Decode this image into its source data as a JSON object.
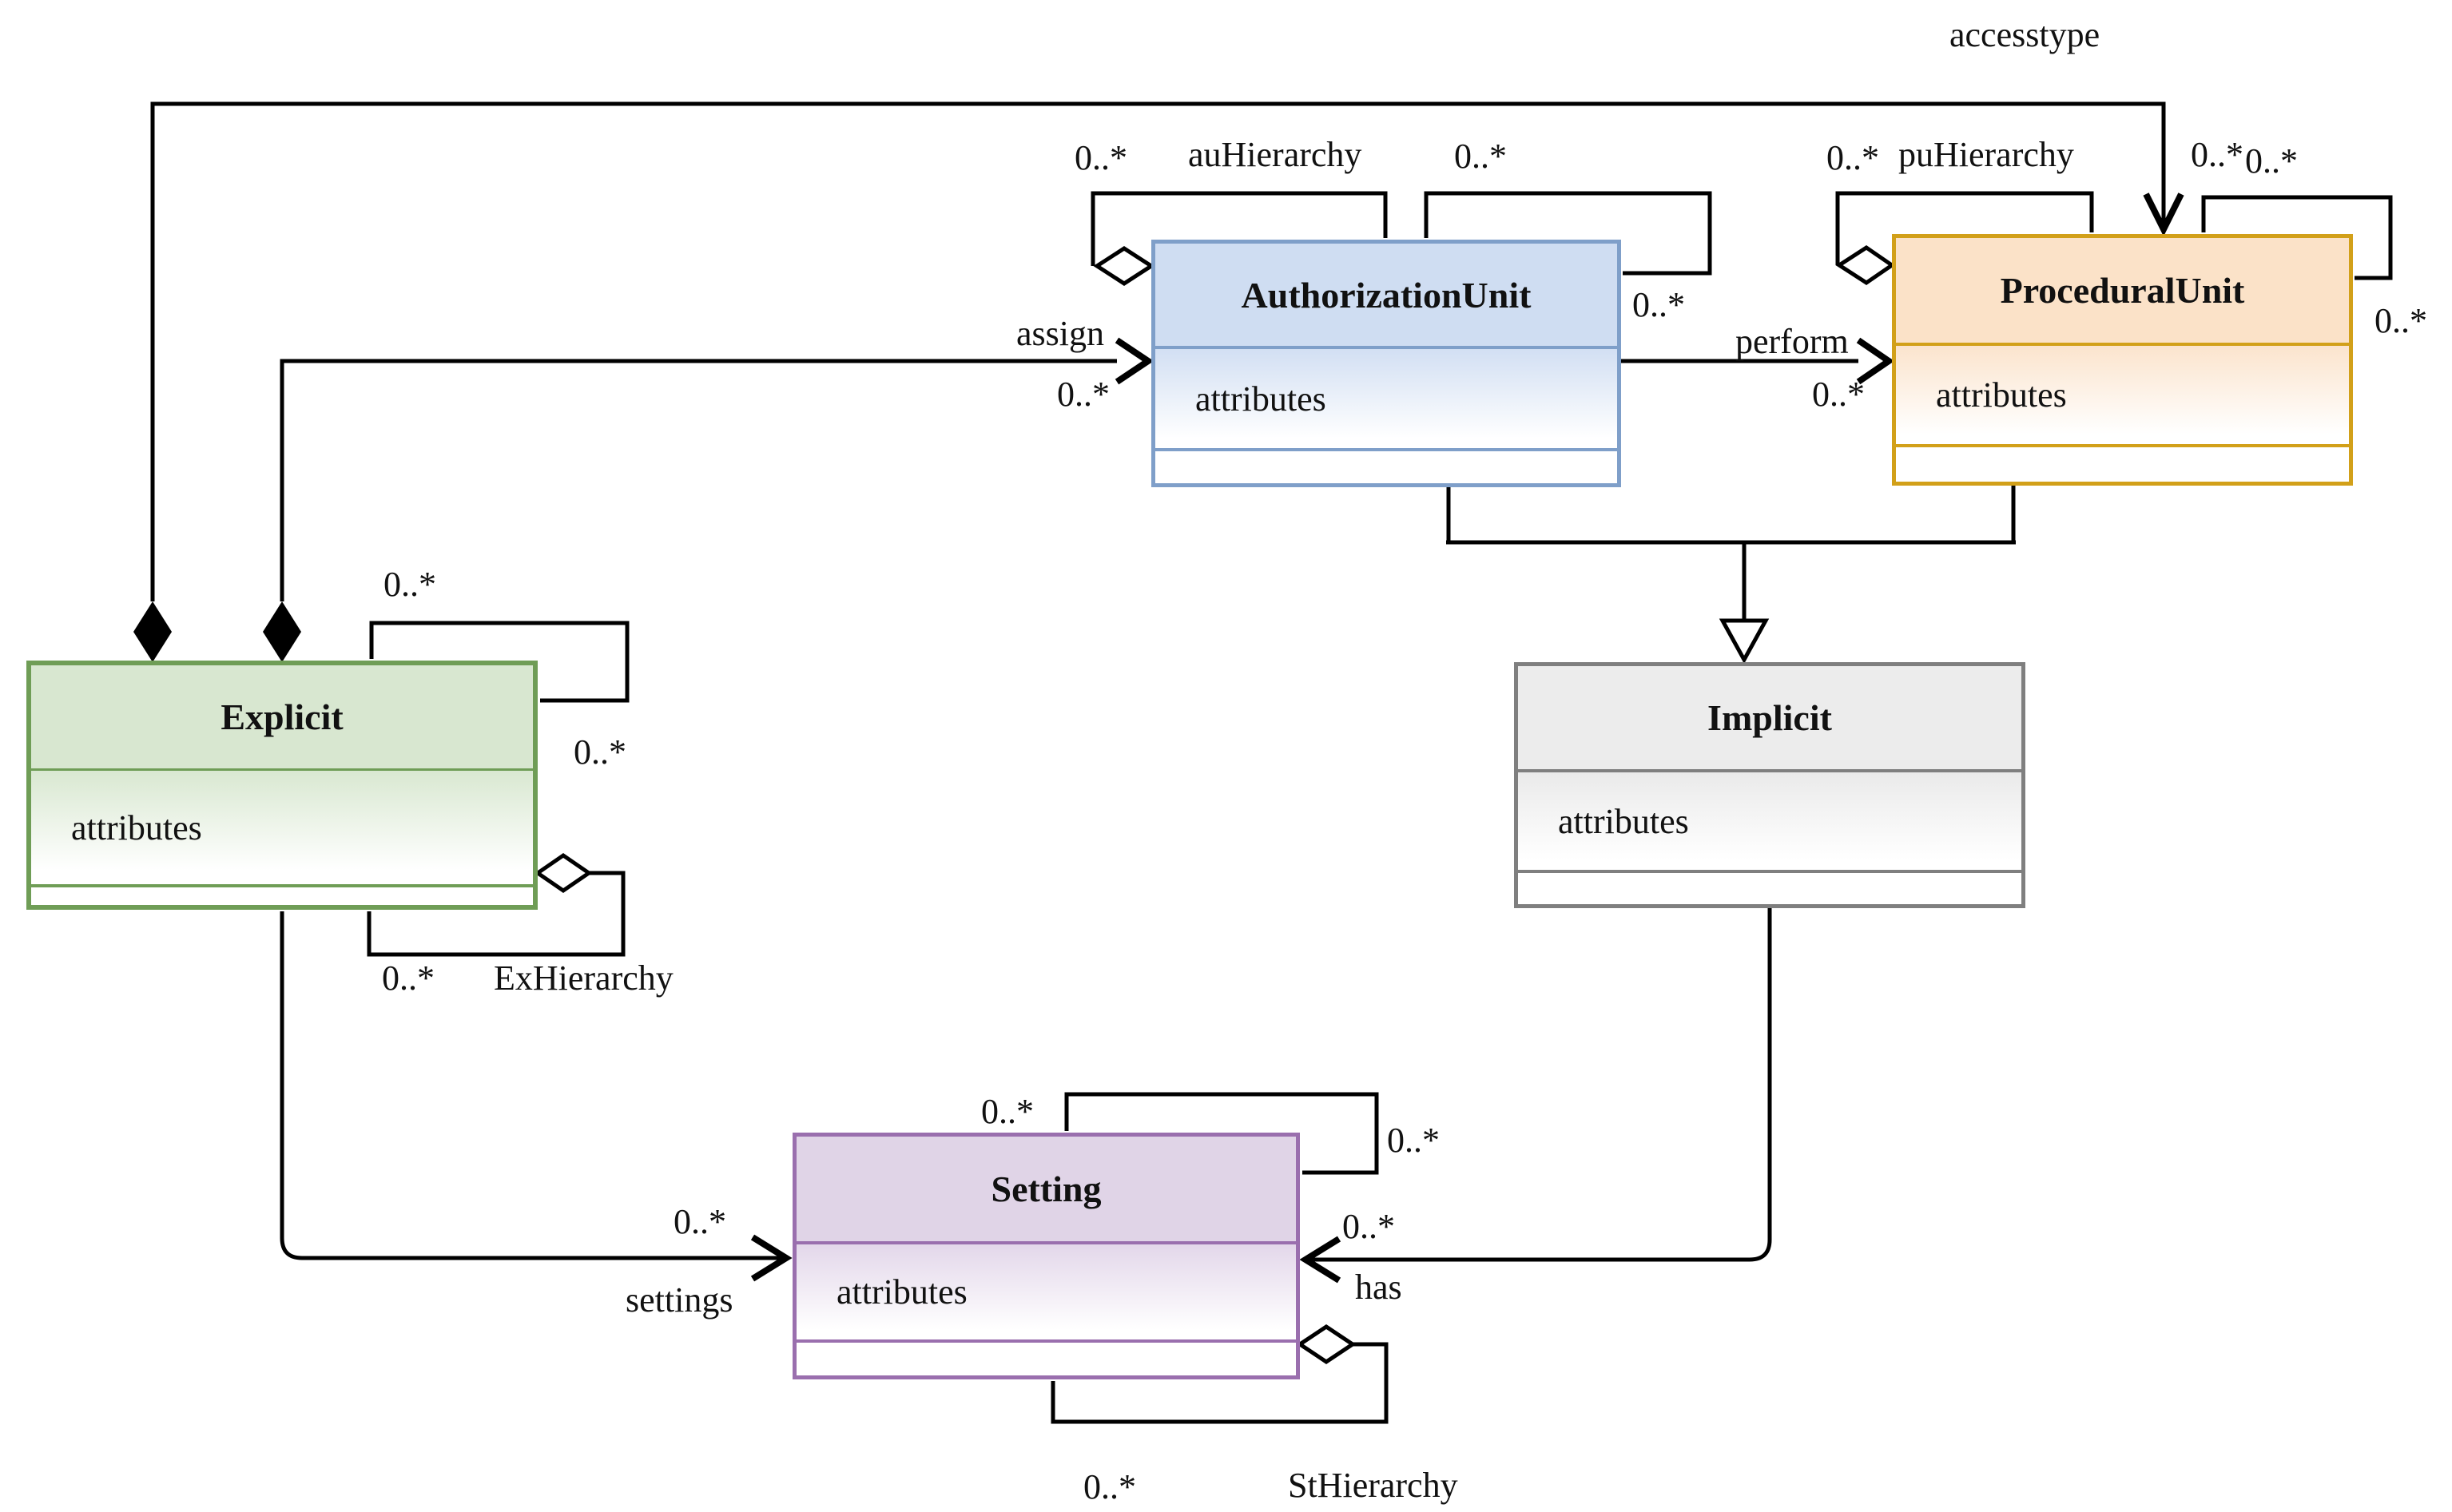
{
  "diagram": {
    "classes": [
      {
        "name": "AuthorizationUnit",
        "attributes_label": "attributes",
        "accent_color": "#7f9fc9"
      },
      {
        "name": "ProceduralUnit",
        "attributes_label": "attributes",
        "accent_color": "#d2a019"
      },
      {
        "name": "Explicit",
        "attributes_label": "attributes",
        "accent_color": "#6f9d56"
      },
      {
        "name": "Implicit",
        "attributes_label": "attributes",
        "accent_color": "#7f7f7f"
      },
      {
        "name": "Setting",
        "attributes_label": "attributes",
        "accent_color": "#9a6fae"
      }
    ],
    "associations": {
      "accesstype": {
        "name": "accesstype",
        "target_multiplicity": "0..*"
      },
      "assign": {
        "name": "assign",
        "target_multiplicity": "0..*"
      },
      "perform": {
        "name": "perform",
        "target_multiplicity": "0..*"
      },
      "au_hierarchy": {
        "name": "auHierarchy",
        "multiplicity": "0..*"
      },
      "au_self": {
        "source_multiplicity": "0..*",
        "target_multiplicity": "0..*"
      },
      "pu_hierarchy": {
        "name": "puHierarchy",
        "multiplicity": "0..*"
      },
      "pu_self": {
        "source_multiplicity": "0..*",
        "target_multiplicity": "0..*"
      },
      "ex_self": {
        "source_multiplicity": "0..*",
        "target_multiplicity": "0..*"
      },
      "ex_hierarchy": {
        "name": "ExHierarchy",
        "multiplicity": "0..*"
      },
      "st_self": {
        "source_multiplicity": "0..*",
        "target_multiplicity": "0..*"
      },
      "st_hierarchy": {
        "name": "StHierarchy",
        "multiplicity": "0..*"
      },
      "settings": {
        "name": "settings",
        "multiplicity": "0..*"
      },
      "has": {
        "name": "has",
        "multiplicity": "0..*"
      }
    }
  }
}
